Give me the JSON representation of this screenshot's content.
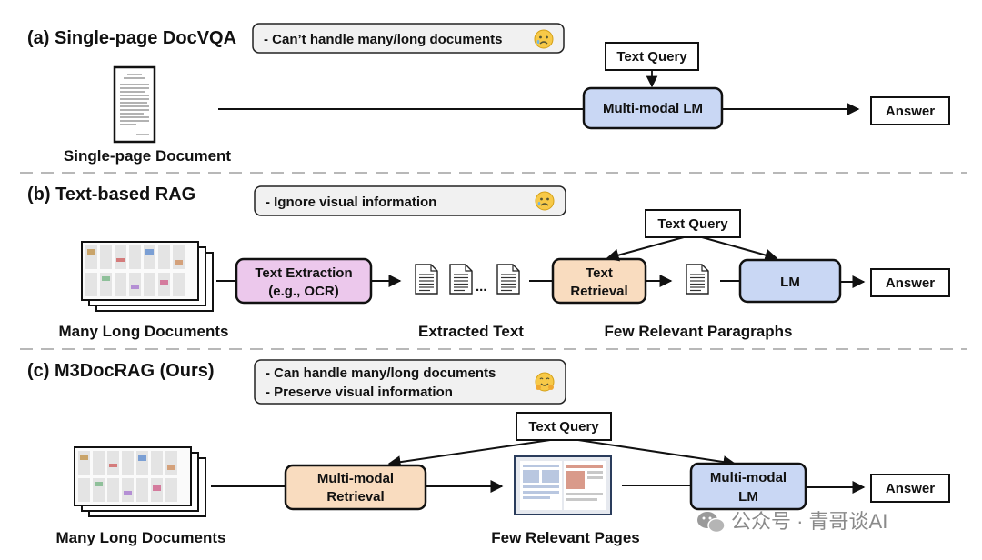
{
  "section_a": {
    "title": "(a) Single-page DocVQA",
    "note": "- Can’t handle many/long documents",
    "doc_caption": "Single-page Document",
    "text_query": "Text Query",
    "model": "Multi-modal LM",
    "answer": "Answer"
  },
  "section_b": {
    "title": "(b) Text-based RAG",
    "note": "- Ignore visual information",
    "docs_caption": "Many Long Documents",
    "extraction_line1": "Text Extraction",
    "extraction_line2": "(e.g., OCR)",
    "extracted_caption": "Extracted Text",
    "ellipsis": "...",
    "text_query": "Text Query",
    "retrieval_line1": "Text",
    "retrieval_line2": "Retrieval",
    "paragraphs_caption": "Few Relevant Paragraphs",
    "model": "LM",
    "answer": "Answer"
  },
  "section_c": {
    "title": "(c) M3DocRAG (Ours)",
    "note_line1": "- Can handle many/long documents",
    "note_line2": "- Preserve visual information",
    "docs_caption": "Many Long Documents",
    "text_query": "Text Query",
    "retrieval_line1": "Multi-modal",
    "retrieval_line2": "Retrieval",
    "pages_caption": "Few Relevant Pages",
    "model_line1": "Multi-modal",
    "model_line2": "LM",
    "answer": "Answer"
  },
  "watermark": "公众号 · 青哥谈AI",
  "colors": {
    "lm_fill": "#c9d7f4",
    "ocr_fill": "#ecc8ec",
    "retrieval_fill": "#f9dcbf",
    "note_fill": "#f1f1f1",
    "separator": "#b8b8b8"
  }
}
